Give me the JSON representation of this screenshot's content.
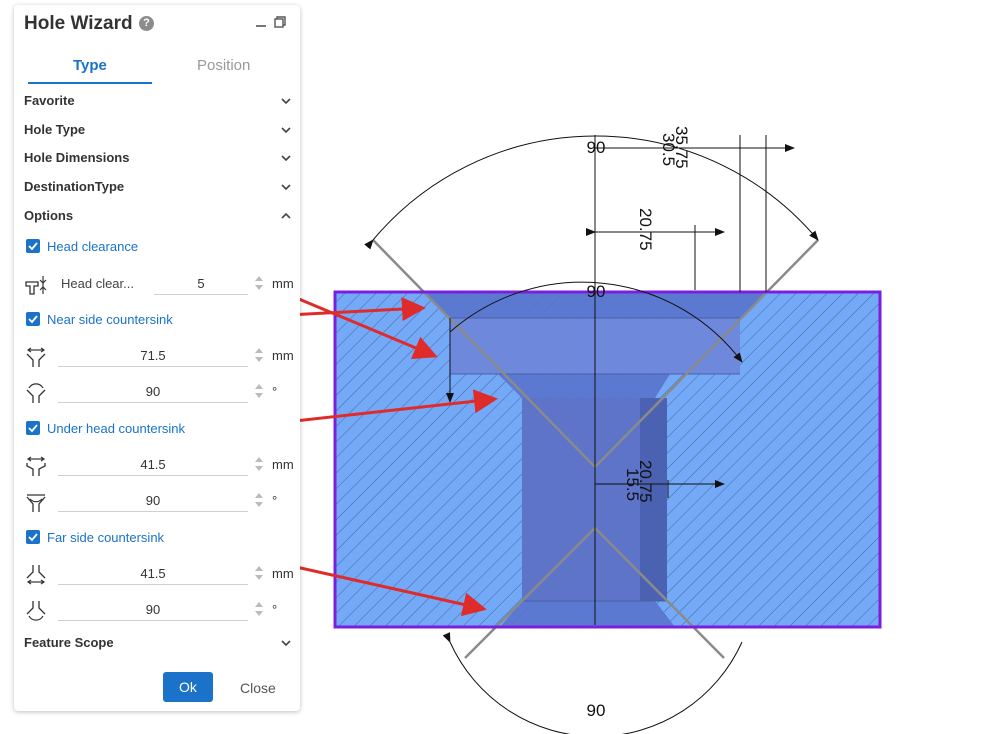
{
  "panel": {
    "title": "Hole Wizard",
    "help_icon": "question-circle-icon",
    "tabs": [
      {
        "label": "Type",
        "active": true
      },
      {
        "label": "Position",
        "active": false
      }
    ],
    "sections": {
      "favorite": "Favorite",
      "hole_type": "Hole Type",
      "hole_dimensions": "Hole Dimensions",
      "destination_type": "DestinationType",
      "options": "Options",
      "feature_scope": "Feature Scope"
    },
    "options": {
      "head_clearance": {
        "label": "Head clearance",
        "checked": true,
        "field_label": "Head clear...",
        "value": "5",
        "unit": "mm"
      },
      "near_side": {
        "label": "Near side countersink",
        "checked": true,
        "diameter": "71.5",
        "diameter_unit": "mm",
        "angle": "90",
        "angle_unit": "°"
      },
      "under_head": {
        "label": "Under head countersink",
        "checked": true,
        "diameter": "41.5",
        "diameter_unit": "mm",
        "angle": "90",
        "angle_unit": "°"
      },
      "far_side": {
        "label": "Far side countersink",
        "checked": true,
        "diameter": "41.5",
        "diameter_unit": "mm",
        "angle": "90",
        "angle_unit": "°"
      }
    },
    "buttons": {
      "ok": "Ok",
      "close": "Close"
    }
  },
  "drawing": {
    "dim_top_angle": "90",
    "dim_mid_angle": "90",
    "dim_bottom_angle": "90",
    "dim_35_75": "35.75",
    "dim_30_5": "30.5",
    "dim_20_75_top": "20.75",
    "dim_20_75_bottom": "20.75",
    "dim_15_5": "15.5",
    "colors": {
      "part_fill": "#74a9f7",
      "part_border": "#7a1fe0",
      "hole_fill": "#5a76cf",
      "arrow": "#e02b2b"
    }
  }
}
